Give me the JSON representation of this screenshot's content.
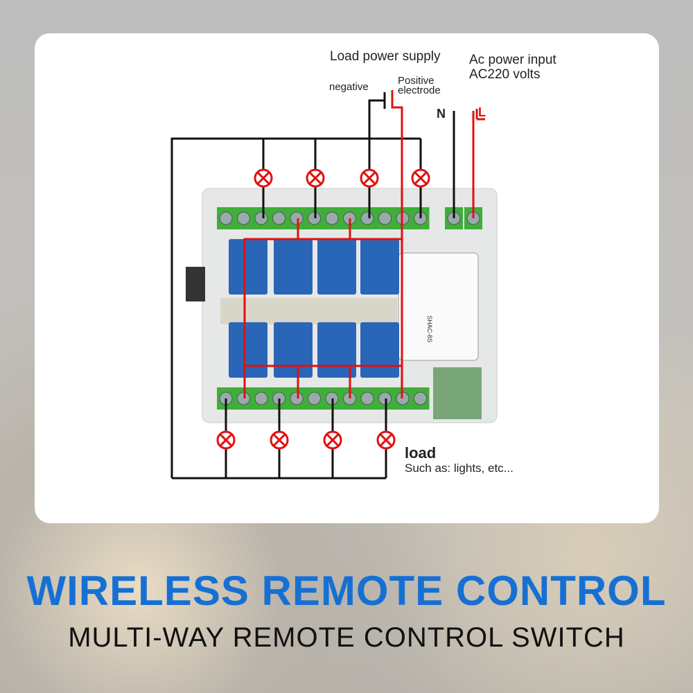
{
  "diagram": {
    "load_power_supply": "Load power supply",
    "negative": "negative",
    "positive": "Positive",
    "electrode": "electrode",
    "ac_input_line1": "Ac power input",
    "ac_input_line2": "AC220 volts",
    "neutral": "N",
    "live": "L",
    "load_title": "load",
    "load_desc": "Such as: lights, etc...",
    "board_model": "SHAC-8S"
  },
  "banner": {
    "title": "WIRELESS REMOTE CONTROL",
    "subtitle": "MULTI-WAY REMOTE CONTROL SWITCH"
  },
  "colors": {
    "accent": "#1670d4",
    "wire_red": "#e01010",
    "terminal_green": "#3fae3a",
    "relay_blue": "#2a66b8"
  }
}
